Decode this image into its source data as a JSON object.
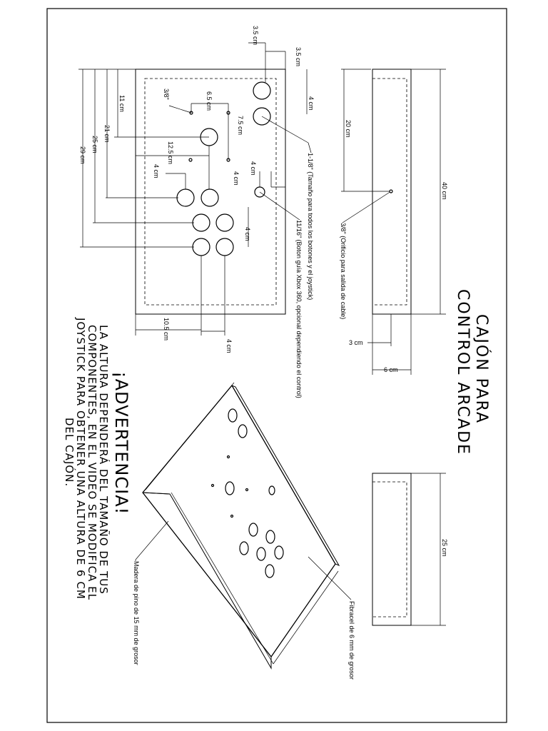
{
  "title": {
    "line1": "CAJÓN PARA",
    "line2": "CONTROL ARCADE"
  },
  "warning": {
    "heading": "¡ADVERTENCIA!",
    "lines": [
      "LA ALTURA DEPENDERÁ DEL TAMAÑO DE TUS",
      "COMPONENTES, EN EL VIDEO SE MODIFICA EL",
      "JOYSTICK PARA OBTENER UNA ALTURA DE 6 CM",
      "DEL CAJÓN."
    ]
  },
  "top_view_dims": {
    "d_3_5_a": "3.5 cm",
    "d_3_5_b": "3.5 cm",
    "d_4_a": "4 cm",
    "d_3_8": "3/8\"",
    "d_6_5": "6.5 cm",
    "d_7_5": "7.5 cm",
    "d_11": "11 cm",
    "d_21": "21 cm",
    "d_25": "25 cm",
    "d_29": "29 cm",
    "d_12_5": "12.5 cm",
    "d_4_b": "4 cm",
    "d_4_c": "4 cm",
    "d_4_d": "4 cm",
    "d_4_e": "4 cm",
    "d_10_5": "10.5 cm",
    "d_4_f": "4 cm"
  },
  "callouts": {
    "button_size": "1-1/8\" (Tamaño para todos los botones y el joystick)",
    "guide_button": "11/16\" (Boton guía Xbox 360, opcional dependiendo el control)",
    "cable_hole": "3/8\" (Orificio para salida de cable)"
  },
  "side_view_dims": {
    "d_20": "20 cm",
    "d_40": "40 cm",
    "d_3": "3 cm",
    "d_6": "6 cm",
    "d_25": "25 cm"
  },
  "materials": {
    "pine": "Madera de pino de 15 mm de grosor",
    "fibracel": "Fibracel de 6 mm de grosor"
  }
}
